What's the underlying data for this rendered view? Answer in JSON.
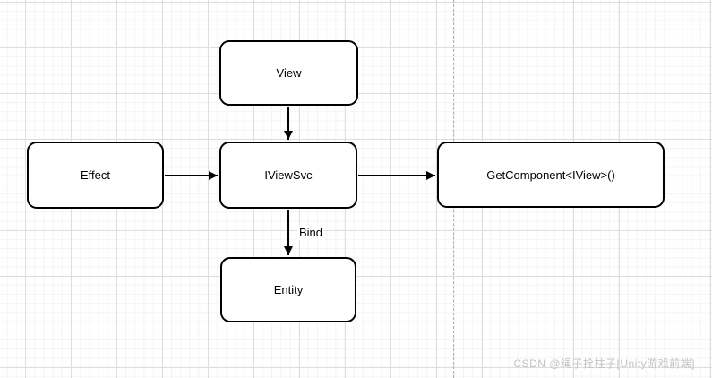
{
  "canvas": {
    "watermark": "CSDN @绳子拴柱子[Unity游戏前端]"
  },
  "diagram": {
    "nodes": [
      {
        "id": "view",
        "label": "View"
      },
      {
        "id": "effect",
        "label": "Effect"
      },
      {
        "id": "iviewsvc",
        "label": "IViewSvc"
      },
      {
        "id": "getcomponent",
        "label": "GetComponent<IView>()"
      },
      {
        "id": "entity",
        "label": "Entity"
      }
    ],
    "edges": [
      {
        "from": "View",
        "to": "IViewSvc",
        "label": ""
      },
      {
        "from": "Effect",
        "to": "IViewSvc",
        "label": ""
      },
      {
        "from": "IViewSvc",
        "to": "GetComponent<IView>()",
        "label": ""
      },
      {
        "from": "IViewSvc",
        "to": "Entity",
        "label": "Bind"
      }
    ],
    "colors": {
      "node_fill": "#ffffff",
      "node_border": "#000000",
      "edge": "#000000",
      "grid_minor": "#f4f4f4",
      "grid_major": "#dedede",
      "page_break": "#b0b0b0",
      "watermark": "#c2c2c2"
    }
  }
}
